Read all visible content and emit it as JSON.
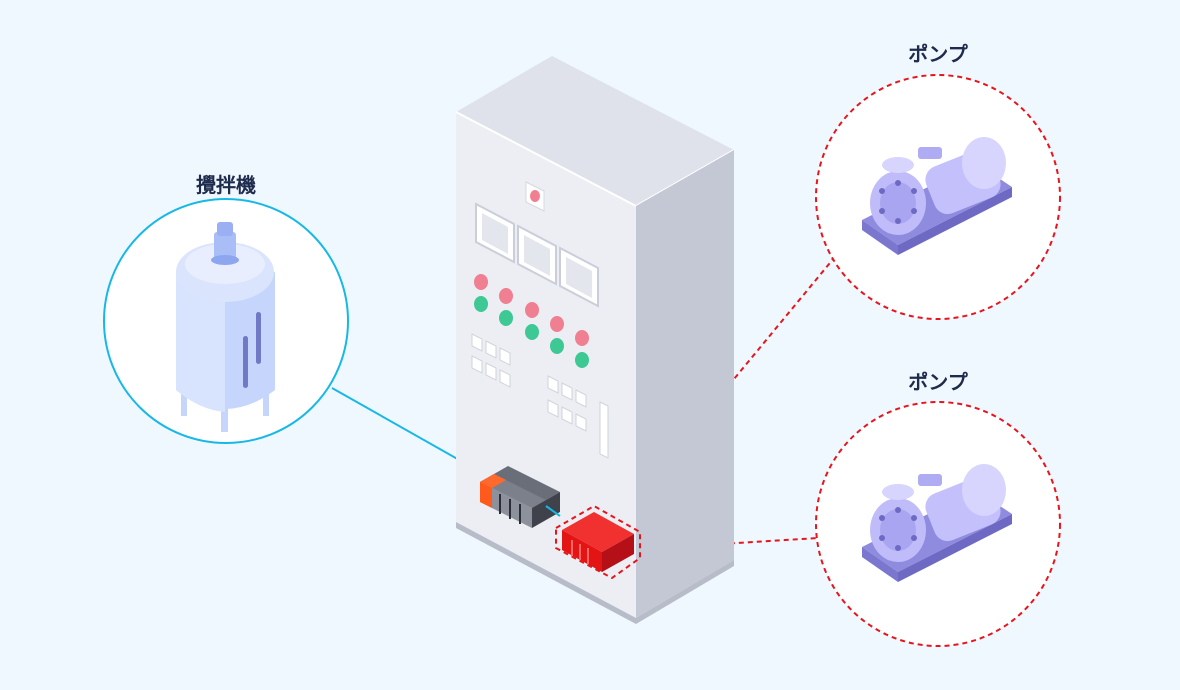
{
  "labels": {
    "mixer": "攪拌機",
    "pump_top": "ポンプ",
    "pump_bottom": "ポンプ"
  },
  "colors": {
    "background": "#eff8fe",
    "mixer_link": "#17b8e6",
    "pump_link": "#e8141c",
    "cabinet_front": "#eceef3",
    "cabinet_side": "#c3c8d4",
    "button_red": "#f07f91",
    "button_green": "#3dc894",
    "pump_body": "#b8b3f5",
    "tank_body": "#c6d5fb",
    "plc_module": "#e31414"
  }
}
